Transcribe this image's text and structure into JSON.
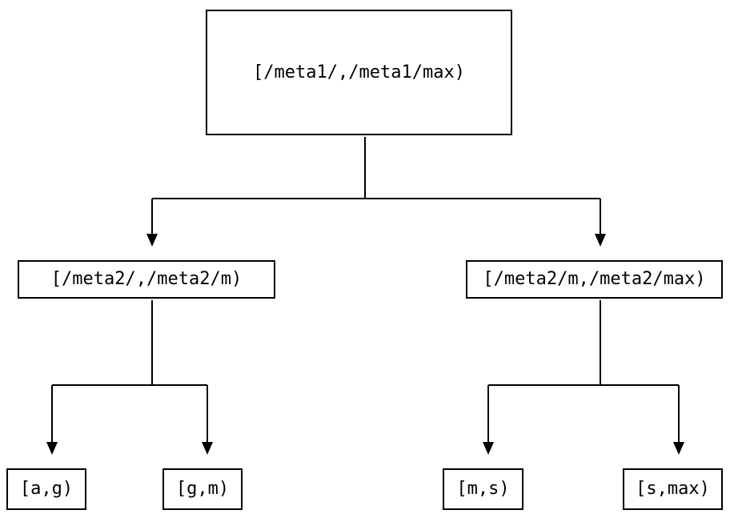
{
  "diagram": {
    "type": "tree",
    "background_color": "#ffffff",
    "line_color": "#000000",
    "text_color": "#000000",
    "nodes": {
      "root": {
        "label": "[/meta1/,/meta1/max)"
      },
      "left_child": {
        "label": "[/meta2/,/meta2/m)"
      },
      "right_child": {
        "label": "[/meta2/m,/meta2/max)"
      },
      "leaf_ag": {
        "label": "[a,g)"
      },
      "leaf_gm": {
        "label": "[g,m)"
      },
      "leaf_ms": {
        "label": "[m,s)"
      },
      "leaf_smax": {
        "label": "[s,max)"
      }
    },
    "edges": [
      {
        "from": "root",
        "to": "left_child",
        "arrow": "down"
      },
      {
        "from": "root",
        "to": "right_child",
        "arrow": "down"
      },
      {
        "from": "left_child",
        "to": "leaf_ag",
        "arrow": "down"
      },
      {
        "from": "left_child",
        "to": "leaf_gm",
        "arrow": "down"
      },
      {
        "from": "right_child",
        "to": "leaf_ms",
        "arrow": "down"
      },
      {
        "from": "right_child",
        "to": "leaf_smax",
        "arrow": "down"
      }
    ]
  }
}
